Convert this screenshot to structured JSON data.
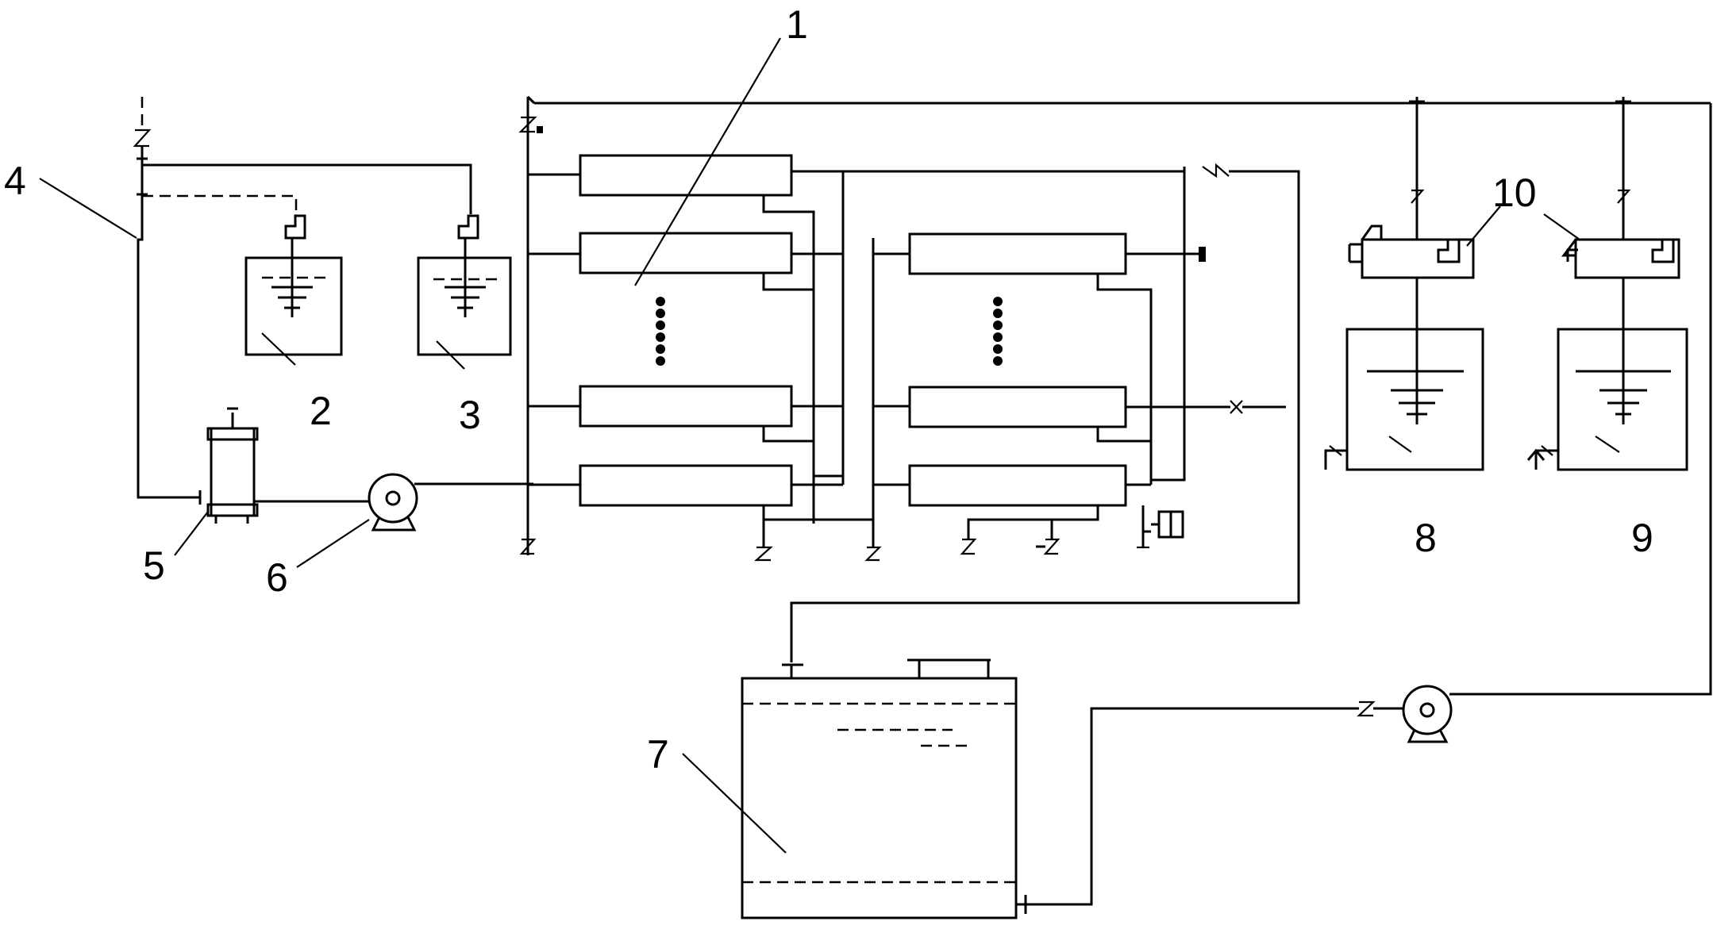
{
  "labels": {
    "membrane_modules": "1",
    "tank_2": "2",
    "tank_3": "3",
    "feed_line": "4",
    "filter": "5",
    "feed_pump": "6",
    "storage_tank": "7",
    "tank_8": "8",
    "tank_9": "9",
    "dosing_devices": "10"
  }
}
